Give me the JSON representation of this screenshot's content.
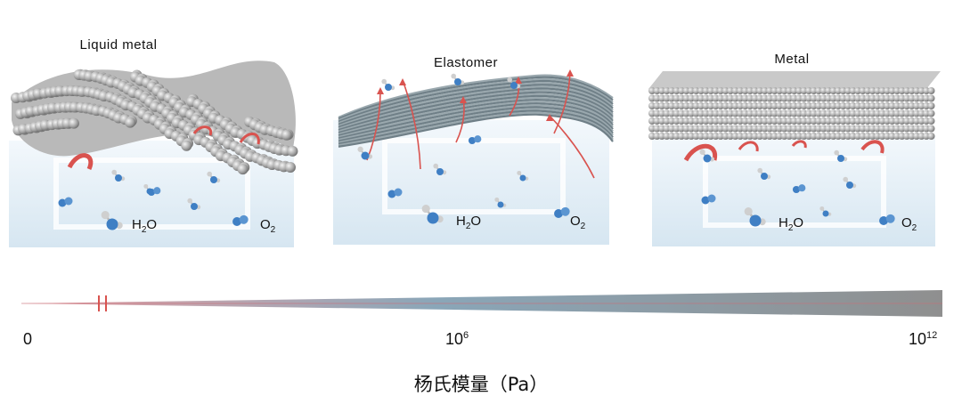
{
  "panels": [
    {
      "title": "Liquid metal",
      "legend_water": "H",
      "legend_water_sub": "2",
      "legend_water_tail": "O",
      "legend_oxygen": "O",
      "legend_oxygen_sub": "2"
    },
    {
      "title": "Elastomer",
      "legend_water": "H",
      "legend_water_sub": "2",
      "legend_water_tail": "O",
      "legend_oxygen": "O",
      "legend_oxygen_sub": "2"
    },
    {
      "title": "Metal",
      "legend_water": "H",
      "legend_water_sub": "2",
      "legend_water_tail": "O",
      "legend_oxygen": "O",
      "legend_oxygen_sub": "2"
    }
  ],
  "axis": {
    "tick_left": "0",
    "tick_mid_base": "10",
    "tick_mid_exp": "6",
    "tick_right_base": "10",
    "tick_right_exp": "12",
    "caption": "杨氏模量（Pa）"
  },
  "colors": {
    "molecule_blue": "#3f7fc4",
    "arrow_red": "#d9534f",
    "gradient_start": "#e8a4a8",
    "gradient_mid": "#8aa6b8",
    "gradient_end": "#8f8f8f"
  }
}
